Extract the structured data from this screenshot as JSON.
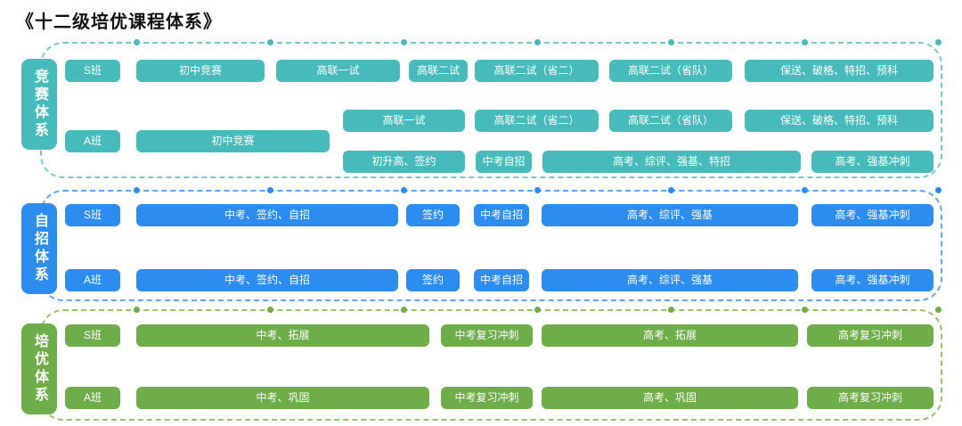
{
  "title": "《十二级培优课程体系》",
  "colors": {
    "competition": "#47BBBB",
    "competition_border": "#76CBC7",
    "self_admission": "#2D8CF0",
    "self_admission_border": "#62A6F2",
    "peiyou": "#6FAD4A",
    "peiyou_border": "#93C46C"
  },
  "sections": {
    "competition": {
      "label": "竞赛体系",
      "s_class": "S班",
      "a_class": "A班",
      "s_row": [
        "初中竞赛",
        "高联一试",
        "高联二试",
        "高联二试（省二）",
        "高联二试（省队）",
        "保送、破格、特招、预科"
      ],
      "a_mid_row": [
        "高联一试",
        "高联二试（省二）",
        "高联二试（省队）",
        "保送、破格、特招、预科"
      ],
      "a_row": [
        "初中竞赛"
      ],
      "a_bottom_row": [
        "初升高、签约",
        "中考自招",
        "高考、综评、强基、特招",
        "高考、强基冲刺"
      ]
    },
    "self_admission": {
      "label": "自招体系",
      "s_class": "S班",
      "a_class": "A班",
      "s_row": [
        "中考、签约、自招",
        "签约",
        "中考自招",
        "高考、综评、强基",
        "高考、强基冲刺"
      ],
      "a_row": [
        "中考、签约、自招",
        "签约",
        "中考自招",
        "高考、综评、强基",
        "高考、强基冲刺"
      ]
    },
    "peiyou": {
      "label": "培优体系",
      "s_class": "S班",
      "a_class": "A班",
      "s_row": [
        "中考、拓展",
        "中考复习冲刺",
        "高考、拓展",
        "高考复习冲刺"
      ],
      "a_row": [
        "中考、巩固",
        "中考复习冲刺",
        "高考、巩固",
        "高考复习冲刺"
      ]
    }
  }
}
